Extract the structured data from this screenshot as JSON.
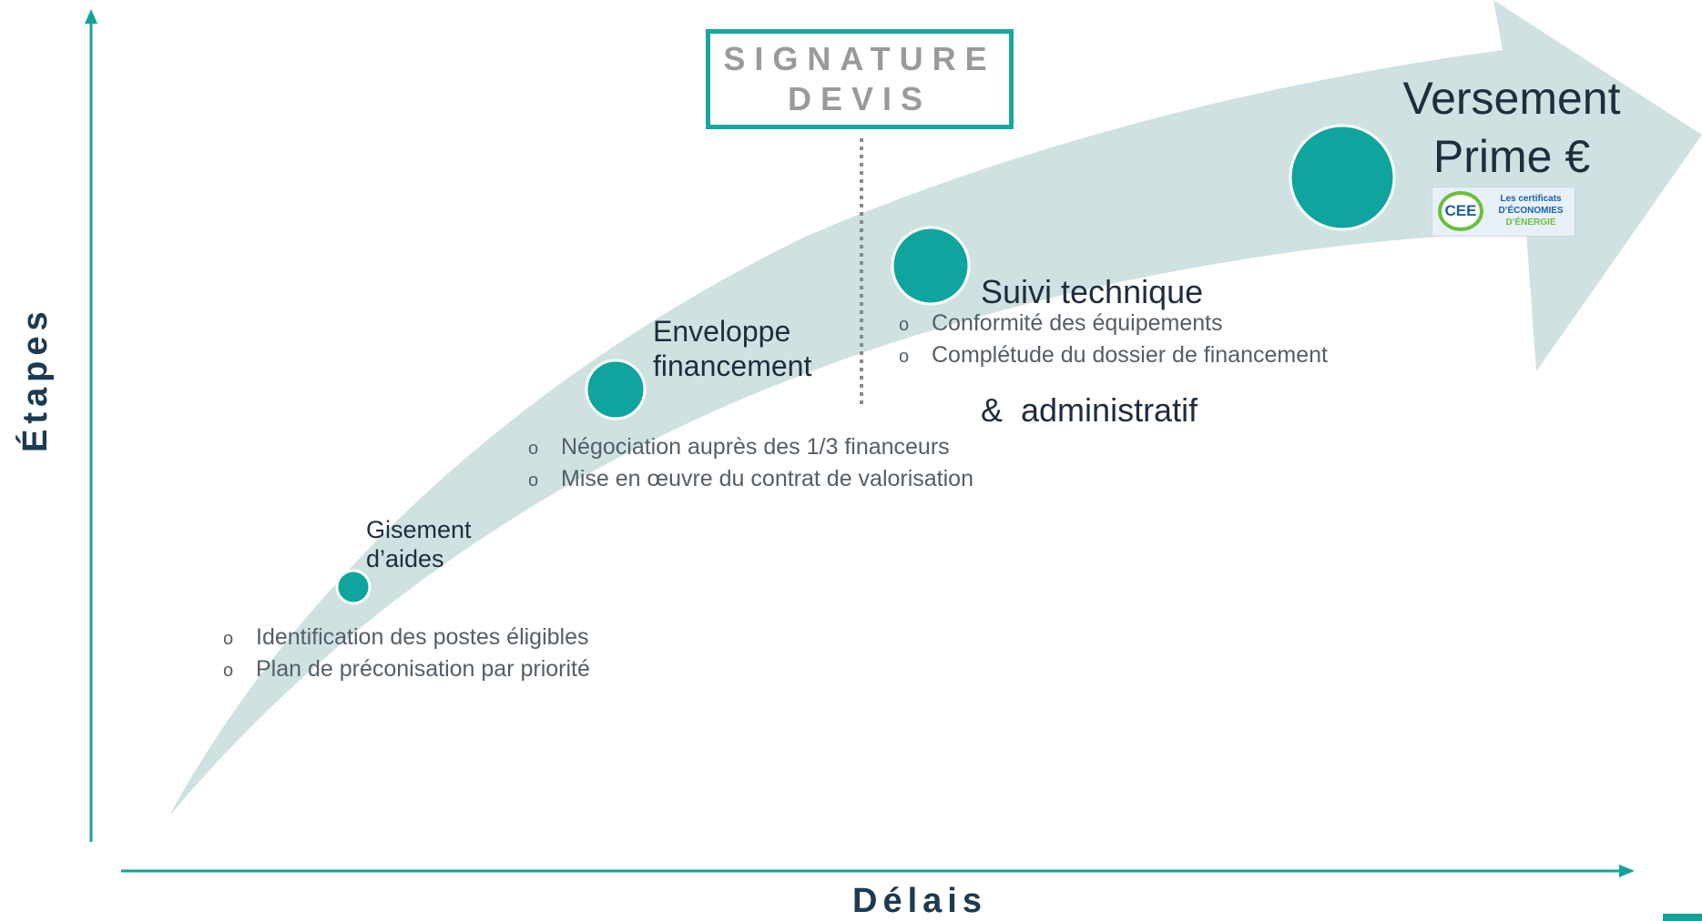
{
  "colors": {
    "teal": "#0fa59e",
    "band": "#cfe2e1",
    "axis": "#16a29c",
    "dark_text": "#1f2d3d",
    "gray_text": "#555e66"
  },
  "axes": {
    "y_label": "Étapes",
    "x_label": "Délais"
  },
  "signature": {
    "line1": "SIGNATURE",
    "line2": "DEVIS"
  },
  "stages": [
    {
      "title_lines": [
        "Gisement",
        "d’aides"
      ],
      "bullets": [
        "Identification des postes éligibles",
        "Plan de préconisation par priorité"
      ]
    },
    {
      "title_lines": [
        "Enveloppe",
        "financement"
      ],
      "bullets": [
        "Négociation auprès des 1/3 financeurs",
        "Mise en œuvre du contrat de valorisation"
      ]
    },
    {
      "title_lines": [
        "Suivi technique",
        "&  administratif"
      ],
      "bullets": [
        "Conformité des équipements",
        "Complétude du dossier de financement"
      ]
    },
    {
      "title_lines": [
        "Versement",
        "Prime €"
      ],
      "bullets": []
    }
  ],
  "cee_logo": {
    "badge": "CEE",
    "line1": "Les certificats",
    "line2": "D’ÉCONOMIES",
    "line3": "D’ÉNERGIE"
  }
}
